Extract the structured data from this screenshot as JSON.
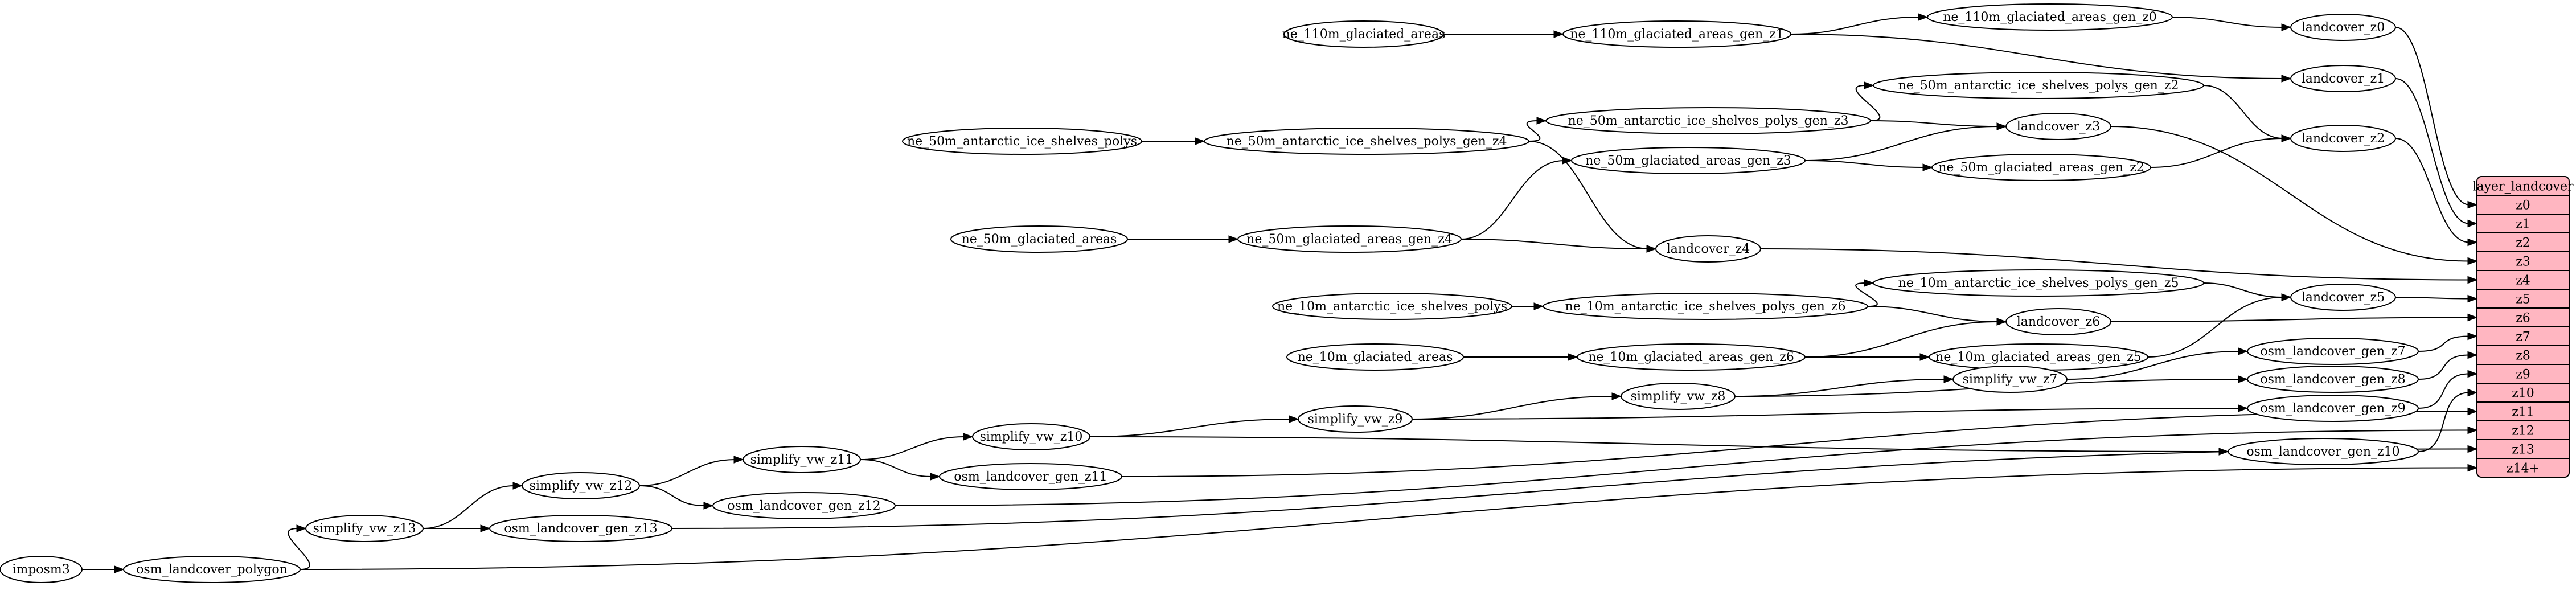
{
  "colors": {
    "record_fill": "#ffb6c1",
    "node_fill": "#ffffff",
    "stroke": "#000000"
  },
  "nodes": [
    {
      "id": "ne110_glac",
      "label": "ne_110m_glaciated_areas"
    },
    {
      "id": "ne110_glac_z1",
      "label": "ne_110m_glaciated_areas_gen_z1"
    },
    {
      "id": "ne110_glac_z0",
      "label": "ne_110m_glaciated_areas_gen_z0"
    },
    {
      "id": "lc_z0",
      "label": "landcover_z0"
    },
    {
      "id": "lc_z1",
      "label": "landcover_z1"
    },
    {
      "id": "ne50_ant_z2",
      "label": "ne_50m_antarctic_ice_shelves_polys_gen_z2"
    },
    {
      "id": "ne50_ant",
      "label": "ne_50m_antarctic_ice_shelves_polys"
    },
    {
      "id": "ne50_ant_z4",
      "label": "ne_50m_antarctic_ice_shelves_polys_gen_z4"
    },
    {
      "id": "ne50_ant_z3",
      "label": "ne_50m_antarctic_ice_shelves_polys_gen_z3"
    },
    {
      "id": "lc_z3",
      "label": "landcover_z3"
    },
    {
      "id": "lc_z2",
      "label": "landcover_z2"
    },
    {
      "id": "ne50_glac_z3",
      "label": "ne_50m_glaciated_areas_gen_z3"
    },
    {
      "id": "ne50_glac_z2",
      "label": "ne_50m_glaciated_areas_gen_z2"
    },
    {
      "id": "ne50_glac",
      "label": "ne_50m_glaciated_areas"
    },
    {
      "id": "ne50_glac_z4",
      "label": "ne_50m_glaciated_areas_gen_z4"
    },
    {
      "id": "lc_z4",
      "label": "landcover_z4"
    },
    {
      "id": "ne10_ant_z5",
      "label": "ne_10m_antarctic_ice_shelves_polys_gen_z5"
    },
    {
      "id": "ne10_ant",
      "label": "ne_10m_antarctic_ice_shelves_polys"
    },
    {
      "id": "ne10_ant_z6",
      "label": "ne_10m_antarctic_ice_shelves_polys_gen_z6"
    },
    {
      "id": "lc_z5",
      "label": "landcover_z5"
    },
    {
      "id": "lc_z6",
      "label": "landcover_z6"
    },
    {
      "id": "ne10_glac",
      "label": "ne_10m_glaciated_areas"
    },
    {
      "id": "ne10_glac_z6",
      "label": "ne_10m_glaciated_areas_gen_z6"
    },
    {
      "id": "ne10_glac_z5",
      "label": "ne_10m_glaciated_areas_gen_z5"
    },
    {
      "id": "osm_z7",
      "label": "osm_landcover_gen_z7"
    },
    {
      "id": "svw_z7",
      "label": "simplify_vw_z7"
    },
    {
      "id": "osm_z8",
      "label": "osm_landcover_gen_z8"
    },
    {
      "id": "svw_z8",
      "label": "simplify_vw_z8"
    },
    {
      "id": "osm_z9",
      "label": "osm_landcover_gen_z9"
    },
    {
      "id": "svw_z9",
      "label": "simplify_vw_z9"
    },
    {
      "id": "svw_z10",
      "label": "simplify_vw_z10"
    },
    {
      "id": "osm_z10",
      "label": "osm_landcover_gen_z10"
    },
    {
      "id": "svw_z11",
      "label": "simplify_vw_z11"
    },
    {
      "id": "osm_z11",
      "label": "osm_landcover_gen_z11"
    },
    {
      "id": "svw_z12",
      "label": "simplify_vw_z12"
    },
    {
      "id": "osm_z12",
      "label": "osm_landcover_gen_z12"
    },
    {
      "id": "svw_z13",
      "label": "simplify_vw_z13"
    },
    {
      "id": "osm_z13",
      "label": "osm_landcover_gen_z13"
    },
    {
      "id": "imposm3",
      "label": "imposm3"
    },
    {
      "id": "osm_poly",
      "label": "osm_landcover_polygon"
    }
  ],
  "record": {
    "title": "layer_landcover",
    "fields": [
      "z0",
      "z1",
      "z2",
      "z3",
      "z4",
      "z5",
      "z6",
      "z7",
      "z8",
      "z9",
      "z10",
      "z11",
      "z12",
      "z13",
      "z14+"
    ]
  },
  "edges": [
    [
      "ne110_glac",
      "ne110_glac_z1"
    ],
    [
      "ne110_glac_z1",
      "ne110_glac_z0"
    ],
    [
      "ne110_glac_z1",
      "lc_z1"
    ],
    [
      "ne110_glac_z0",
      "lc_z0"
    ],
    [
      "lc_z0",
      "z0"
    ],
    [
      "lc_z1",
      "z1"
    ],
    [
      "ne50_ant",
      "ne50_ant_z4"
    ],
    [
      "ne50_ant_z4",
      "ne50_ant_z3"
    ],
    [
      "ne50_ant_z4",
      "lc_z4"
    ],
    [
      "ne50_ant_z3",
      "ne50_ant_z2"
    ],
    [
      "ne50_ant_z3",
      "lc_z3"
    ],
    [
      "ne50_ant_z2",
      "lc_z2"
    ],
    [
      "lc_z2",
      "z2"
    ],
    [
      "lc_z3",
      "z3"
    ],
    [
      "ne50_glac",
      "ne50_glac_z4"
    ],
    [
      "ne50_glac_z4",
      "ne50_glac_z3"
    ],
    [
      "ne50_glac_z4",
      "lc_z4"
    ],
    [
      "ne50_glac_z3",
      "lc_z3"
    ],
    [
      "ne50_glac_z3",
      "ne50_glac_z2"
    ],
    [
      "ne50_glac_z2",
      "lc_z2"
    ],
    [
      "lc_z4",
      "z4"
    ],
    [
      "ne10_ant",
      "ne10_ant_z6"
    ],
    [
      "ne10_ant_z6",
      "ne10_ant_z5"
    ],
    [
      "ne10_ant_z6",
      "lc_z6"
    ],
    [
      "ne10_ant_z5",
      "lc_z5"
    ],
    [
      "lc_z5",
      "z5"
    ],
    [
      "ne10_glac",
      "ne10_glac_z6"
    ],
    [
      "ne10_glac_z6",
      "lc_z6"
    ],
    [
      "ne10_glac_z6",
      "ne10_glac_z5"
    ],
    [
      "ne10_glac_z5",
      "lc_z5"
    ],
    [
      "lc_z6",
      "z6"
    ],
    [
      "imposm3",
      "osm_poly"
    ],
    [
      "osm_poly",
      "svw_z13"
    ],
    [
      "osm_poly",
      "z14+"
    ],
    [
      "svw_z13",
      "svw_z12"
    ],
    [
      "svw_z13",
      "osm_z13"
    ],
    [
      "osm_z13",
      "z13"
    ],
    [
      "svw_z12",
      "svw_z11"
    ],
    [
      "svw_z12",
      "osm_z12"
    ],
    [
      "osm_z12",
      "z12"
    ],
    [
      "svw_z11",
      "svw_z10"
    ],
    [
      "svw_z11",
      "osm_z11"
    ],
    [
      "osm_z11",
      "z11"
    ],
    [
      "svw_z10",
      "svw_z9"
    ],
    [
      "svw_z10",
      "osm_z10"
    ],
    [
      "osm_z10",
      "z10"
    ],
    [
      "svw_z9",
      "svw_z8"
    ],
    [
      "svw_z9",
      "osm_z9"
    ],
    [
      "osm_z9",
      "z9"
    ],
    [
      "svw_z8",
      "svw_z7"
    ],
    [
      "svw_z8",
      "osm_z8"
    ],
    [
      "osm_z8",
      "z8"
    ],
    [
      "svw_z7",
      "osm_z7"
    ],
    [
      "osm_z7",
      "z7"
    ]
  ]
}
